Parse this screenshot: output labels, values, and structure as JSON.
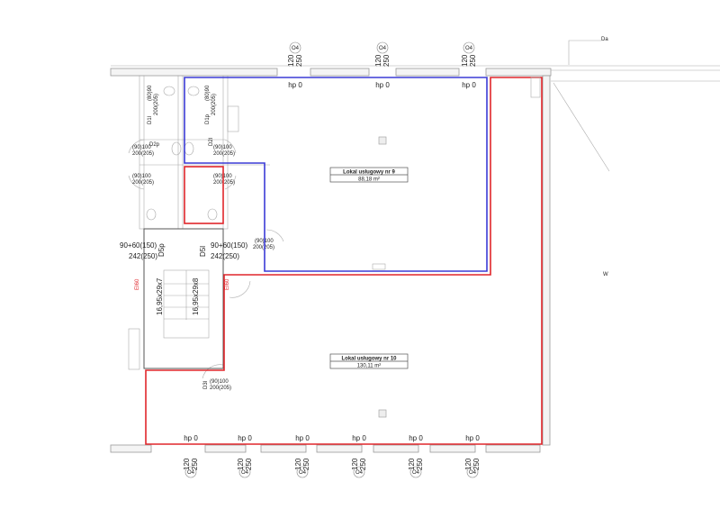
{
  "colors": {
    "unit9": "#3b3bd6",
    "unit10": "#e0262b",
    "walls": "#999999"
  },
  "units": [
    {
      "name": "Lokal usługowy nr 9",
      "area": "88,18 m²"
    },
    {
      "name": "Lokal usługowy nr 10",
      "area": "130,11 m²"
    }
  ],
  "window_mark": {
    "axis": "O4",
    "w": "120",
    "h": "250",
    "sill": "hp 0"
  },
  "doors": {
    "d1": "D1p",
    "d1b": "D1l",
    "d1_dim1": "(80)90",
    "d1_dim2": "200(205)",
    "d2": "D2p",
    "d2b": "D2l",
    "d2_dim1": "(90)100",
    "d2_dim2": "200(205)",
    "d5p": "D5p",
    "d5l": "D5l",
    "d5_dim1": "90+60(150)",
    "d5_dim2": "242(250)",
    "d3": "D3l",
    "d3_dim1": "(90)100",
    "d3_dim2": "200(205)"
  },
  "stairs": {
    "left": "16,95x29x7",
    "right": "16,95x29x8"
  },
  "fire_rating": "EI60",
  "edge_labels": {
    "top_right": "Da",
    "right": "W"
  }
}
